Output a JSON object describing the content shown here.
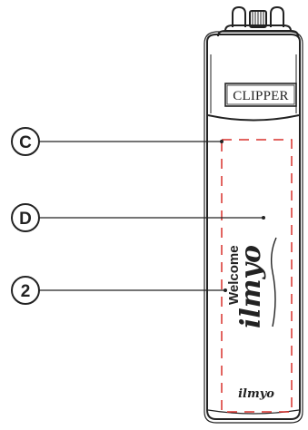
{
  "brand": {
    "label": "CLIPPER"
  },
  "artwork": {
    "welcome_text": "Welcome",
    "script_text": "ilmyo",
    "bottom_logo_text": "ilmyo"
  },
  "callouts": [
    {
      "id": "C",
      "label": "C"
    },
    {
      "id": "D",
      "label": "D"
    },
    {
      "id": "2",
      "label": "2"
    }
  ],
  "colors": {
    "outline": "#222222",
    "print_area_dash": "#d9302c",
    "background": "#ffffff"
  }
}
